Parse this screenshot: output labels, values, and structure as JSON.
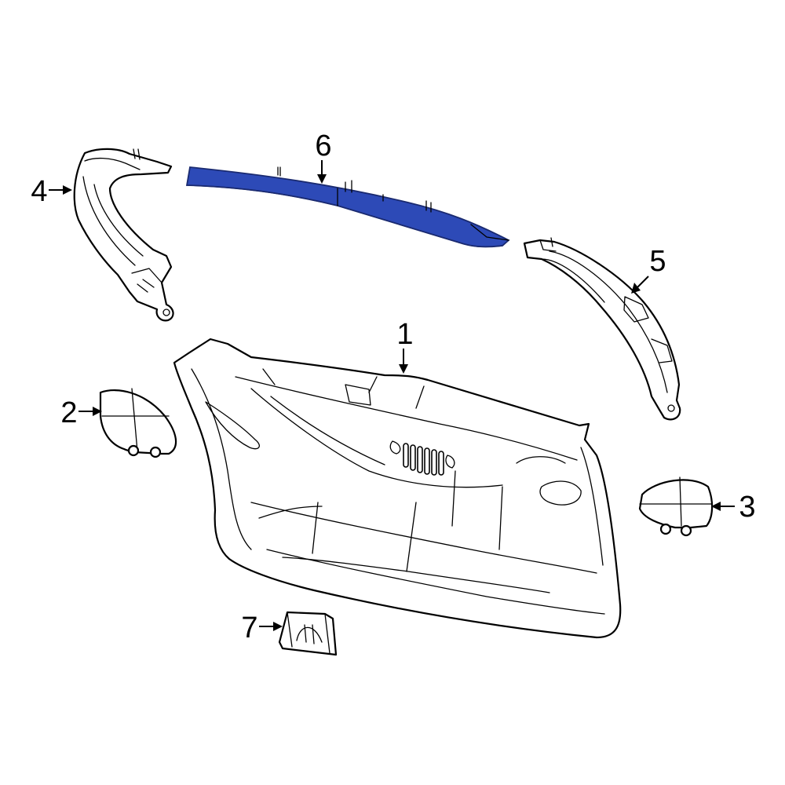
{
  "diagram": {
    "colors": {
      "line": "#000000",
      "background": "#ffffff",
      "highlight_fill": "#2d4ab7",
      "highlight_stroke": "#1a2a70"
    },
    "highlighted_callout": "6",
    "callouts": [
      {
        "id": "c1",
        "label": "1"
      },
      {
        "id": "c2",
        "label": "2"
      },
      {
        "id": "c3",
        "label": "3"
      },
      {
        "id": "c4",
        "label": "4"
      },
      {
        "id": "c5",
        "label": "5"
      },
      {
        "id": "c6",
        "label": "6"
      },
      {
        "id": "c7",
        "label": "7"
      }
    ]
  }
}
